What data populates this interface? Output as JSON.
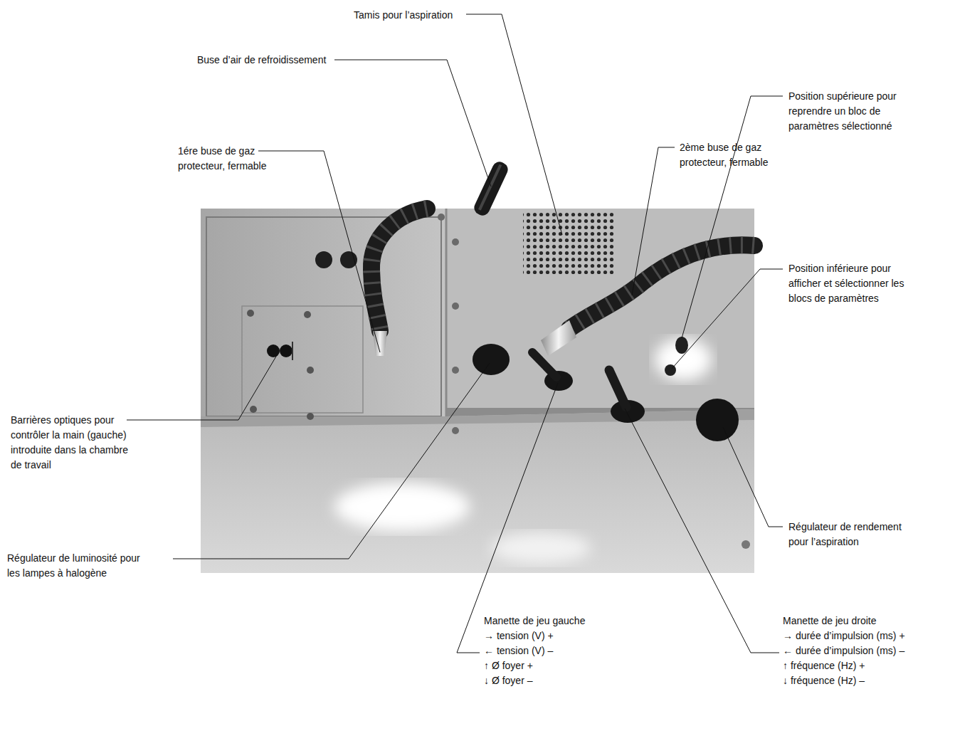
{
  "diagram": {
    "labels": [
      "Tamis pour l’aspiration",
      "Buse d’air de refroidissement",
      "1ére buse de gaz protecteur, fermable",
      "2ème buse de gaz protecteur, fermable",
      "Position supérieure pour reprendre un bloc de paramètres sélectionné",
      "Position inférieure pour afficher et sélectionner les blocs de paramètres",
      "Barrières optiques pour contrôler la main (gauche) introduite dans la chambre de travail",
      "Régulateur de luminosité pour les lampes à halogène",
      "Régulateur de rendement pour l’aspiration",
      "Manette de jeu gauche",
      "→ tension (V) +",
      "← tension (V) –",
      "↑ Ø foyer +",
      "↓ Ø foyer –",
      "Manette de jeu droite",
      "→ durée d’impulsion (ms) +",
      "← durée d’impulsion (ms) –",
      "↑ fréquence (Hz) +",
      "↓ fréquence (Hz) –"
    ]
  }
}
